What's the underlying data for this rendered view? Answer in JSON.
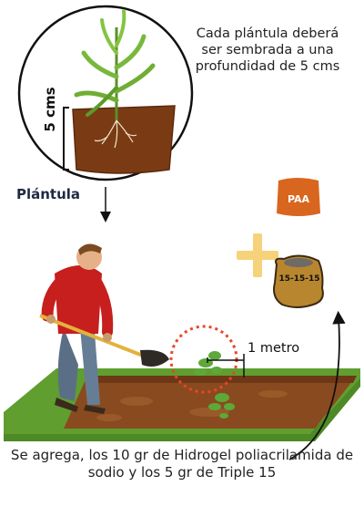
{
  "captions": {
    "top": "Cada plántula deberá ser sembrada a una profundidad de 5 cms",
    "depth": "5 cms",
    "plantula": "Plántula",
    "distance": "1 metro",
    "bottom": "Se agrega, los 10 gr de Hidrogel poliacrilamida de sodio y los 5 gr de Triple 15"
  },
  "bags": {
    "paa": "PAA",
    "fertilizer": "15-15-15"
  },
  "colors": {
    "soil": "#8a4a1f",
    "grass": "#5f9e2f",
    "paa_bag": "#d9661e",
    "fertilizer_bag": "#b8862e",
    "plus": "#f6d27a",
    "dashed_circle": "#e8452a"
  },
  "icons": [
    "plant-seedling-icon",
    "gardener-with-shovel-icon",
    "plus-icon",
    "paa-bag-icon",
    "fertilizer-bag-icon",
    "arrow-icon"
  ]
}
